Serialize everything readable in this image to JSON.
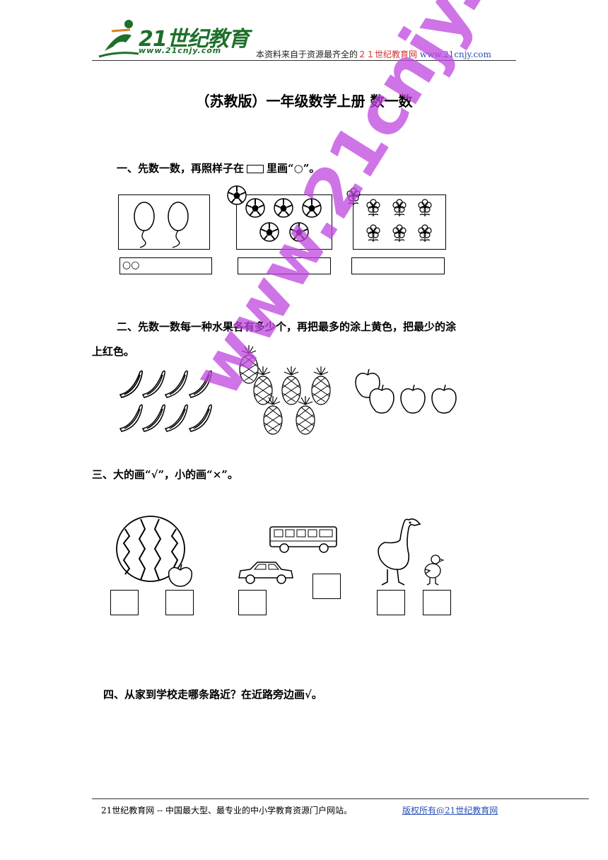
{
  "header": {
    "logo_text": "21世纪教育",
    "logo_url": "www.21cnjy.com",
    "source_prefix": "本资料来自于资源最齐全的",
    "source_site": "２１世纪教育网",
    "source_url": "www.21cnjy.com"
  },
  "title": "（苏教版）一年级数学上册 数一数",
  "q1": {
    "prefix": "一、先数一数，再照样子在",
    "suffix": "里画“○”。",
    "example_answer": "○○"
  },
  "q2": {
    "line1": "二、先数一数每一种水果各有多少个，再把最多的涂上黄色，把最少的涂",
    "line2": "上红色。"
  },
  "q3": {
    "text": "三、大的画“√”，小的画“×”。"
  },
  "q4": {
    "text": "四、从家到学校走哪条路近？在近路旁边画√。"
  },
  "footer": {
    "left": "21世纪教育网 -- 中国最大型、最专业的中小学教育资源门户网站。",
    "right": "版权所有@21世纪教育网"
  },
  "watermark": "www.21cnjy.com",
  "colors": {
    "logo_green": "#1d6f2a",
    "link_blue": "#2a4fb8",
    "header_red": "#d03030",
    "watermark": "#c046e0"
  }
}
